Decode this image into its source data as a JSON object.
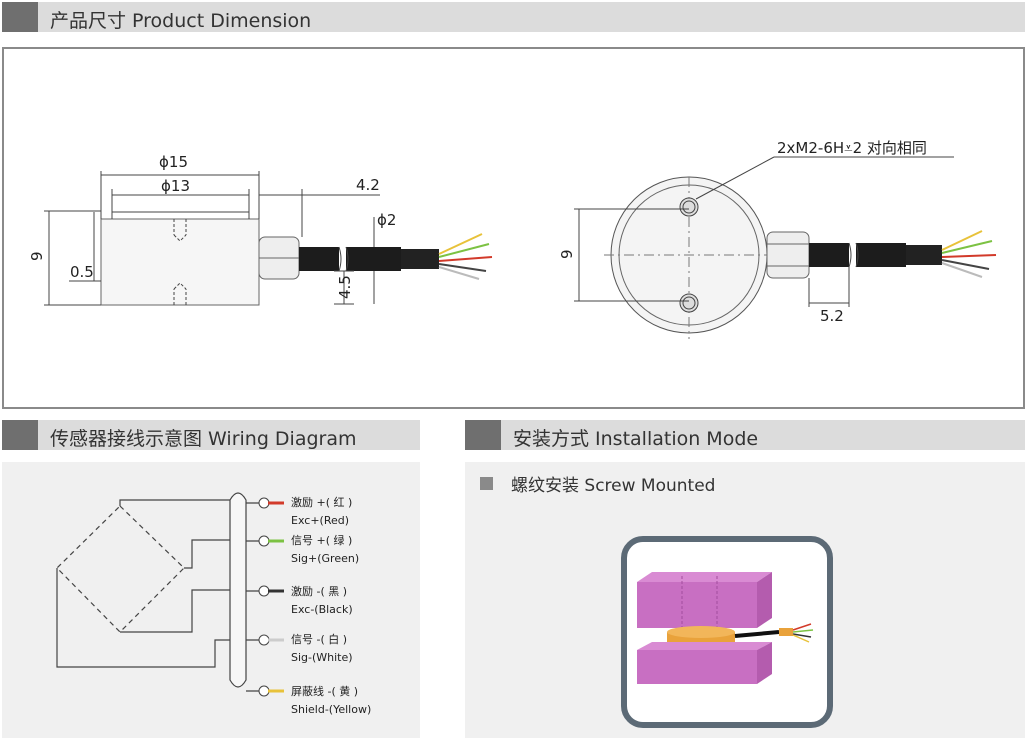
{
  "sections": {
    "dimension": {
      "title": "产品尺寸 Product Dimension"
    },
    "wiring": {
      "title": "传感器接线示意图 Wiring Diagram"
    },
    "install": {
      "title": "安装方式 Installation Mode"
    }
  },
  "dimension": {
    "side": {
      "d15": "ϕ15",
      "d13": "ϕ13",
      "len42": "4.2",
      "d2": "ϕ2",
      "h9": "9",
      "t05": "0.5",
      "h45": "4.5"
    },
    "top": {
      "callout": "2xM2-6H⩡2 对向相同",
      "h9": "9",
      "w52": "5.2"
    }
  },
  "wiring": {
    "wires": [
      {
        "cn": "激励 +( 红 )",
        "en": "Exc+(Red)",
        "color": "#d23a2a"
      },
      {
        "cn": "信号 +( 绿 )",
        "en": "Sig+(Green)",
        "color": "#7cc243"
      },
      {
        "cn": "激励 -( 黑 )",
        "en": "Exc-(Black)",
        "color": "#333333"
      },
      {
        "cn": "信号 -( 白 )",
        "en": "Sig-(White)",
        "color": "#f4f4f4"
      },
      {
        "cn": "屏蔽线 -( 黄 )",
        "en": "Shield-(Yellow)",
        "color": "#e8c23a"
      }
    ]
  },
  "install": {
    "mode_label": "螺纹安装 Screw Mounted"
  },
  "colors": {
    "header_bg": "#dcdcdc",
    "header_block": "#6f6f6f",
    "panel_bg": "#f0f0f0",
    "mount_pink": "#c86fc2",
    "sensor_orange": "#e9a23b"
  }
}
